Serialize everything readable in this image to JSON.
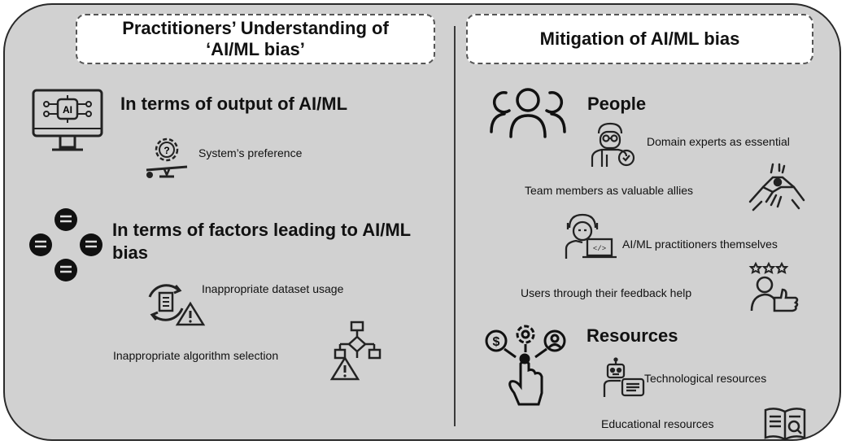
{
  "left": {
    "title_line1": "Practitioners’ Understanding of",
    "title_line2": "‘AI/ML bias’",
    "output_heading": "In terms of output of AI/ML",
    "output_items": [
      "System’s preference"
    ],
    "factors_heading_line1": "In terms of factors leading to AI/ML",
    "factors_heading_line2": "bias",
    "factors_items": [
      "Inappropriate dataset usage",
      "Inappropriate algorithm selection"
    ],
    "ai_badge": "AI"
  },
  "right": {
    "title": "Mitigation of AI/ML bias",
    "people_heading": "People",
    "people_items": [
      "Domain experts as essential",
      "Team members as valuable allies",
      "AI/ML practitioners themselves",
      "Users through their feedback help"
    ],
    "resources_heading": "Resources",
    "resources_items": [
      "Technological resources",
      "Educational resources"
    ]
  },
  "colors": {
    "panel": "#d1d1d1",
    "border": "#2a2a2a",
    "title_box": "#ffffff"
  },
  "icons": [
    "ai-monitor-icon",
    "gear-scale-icon",
    "four-chat-icon",
    "dataset-warning-icon",
    "flowchart-warning-icon",
    "people-group-icon",
    "domain-expert-icon",
    "team-handshake-icon",
    "practitioner-laptop-icon",
    "user-feedback-icon",
    "resources-hand-icon",
    "robot-chat-icon",
    "book-icon"
  ]
}
